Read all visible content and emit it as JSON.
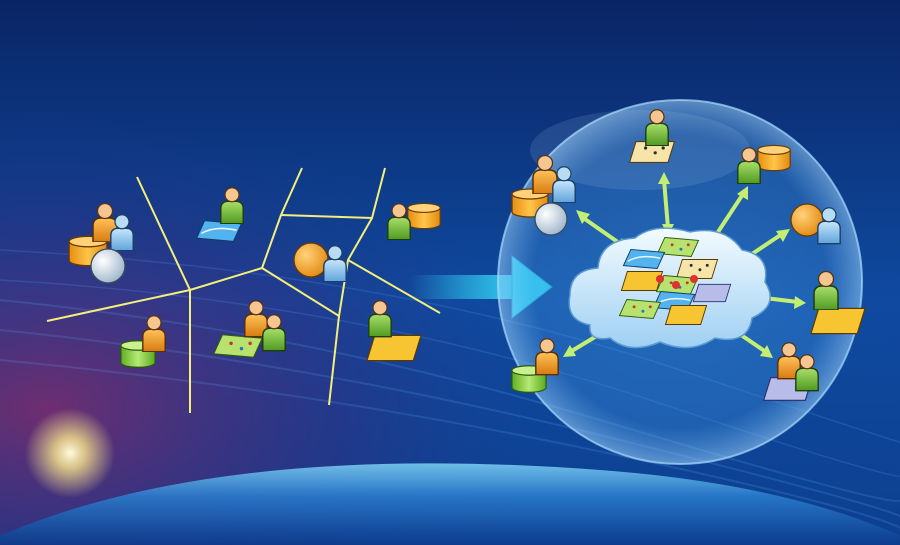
{
  "colors": {
    "background_dark": "#0b2a6e",
    "background_mid": "#1560b8",
    "divider_lines": "#f4ef7a",
    "arrow_main": "#2fd0f0",
    "arrow_links": "#b9e86a",
    "person_green": "#7cc443",
    "person_orange": "#f0a020",
    "person_blue": "#8ec6ee",
    "database_orange": "#f5a623",
    "database_green": "#8fd14f",
    "map_yellow": "#f7c531",
    "cloud": "#d6ecfb"
  },
  "left_panel": {
    "concept": "isolated-silos",
    "regions": 6,
    "actors": [
      "group-with-globe",
      "person-with-water-map",
      "person-with-database",
      "person-with-circle",
      "person-with-database-small",
      "group-with-map",
      "person-with-yellow-map"
    ]
  },
  "right_panel": {
    "concept": "shared-cloud-hub",
    "hub_icon": "cloud-with-map-layers",
    "actors": [
      "person-with-map-top",
      "person-with-database-top-right",
      "person-with-circle-right",
      "person-with-yellow-map-right",
      "group-with-map-bottom-right",
      "person-with-database-bottom-left",
      "group-with-globe-left"
    ]
  }
}
